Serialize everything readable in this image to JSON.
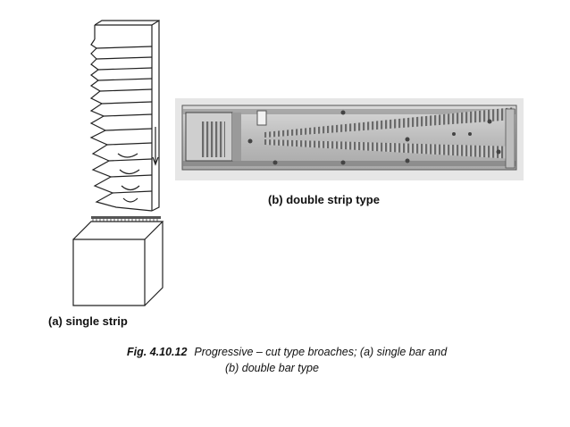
{
  "caption_b": "(b)  double strip type",
  "caption_a": "(a)  single strip",
  "figure_caption": {
    "number": "Fig. 4.10.12",
    "line1": "Progressive – cut type broaches; (a) single bar and",
    "line2": "(b) double bar type"
  }
}
